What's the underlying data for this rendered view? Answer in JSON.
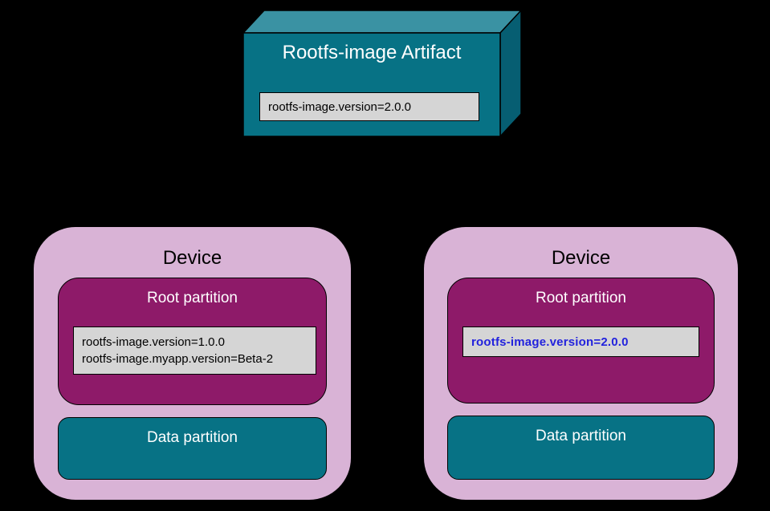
{
  "colors": {
    "background": "#000000",
    "teal_front": "#077285",
    "teal_top": "#3a92a3",
    "teal_side": "#065e72",
    "pink_device": "#d9b3d6",
    "purple_root": "#8e1a69",
    "label_bg": "#d5d5d5",
    "label_border": "#000000",
    "highlight_blue": "#2222dd",
    "title_dark": "#000000",
    "title_light": "#ffffff"
  },
  "artifact": {
    "title": "Rootfs-image Artifact",
    "version_label": "rootfs-image.version=2.0.0"
  },
  "devices": [
    {
      "title": "Device",
      "root_partition": {
        "title": "Root partition",
        "labels": [
          "rootfs-image.version=1.0.0",
          "rootfs-image.myapp.version=Beta-2"
        ]
      },
      "data_partition": {
        "title": "Data partition"
      }
    },
    {
      "title": "Device",
      "root_partition": {
        "title": "Root partition",
        "labels": [
          "rootfs-image.version=2.0.0"
        ],
        "highlighted": true
      },
      "data_partition": {
        "title": "Data partition"
      }
    }
  ]
}
